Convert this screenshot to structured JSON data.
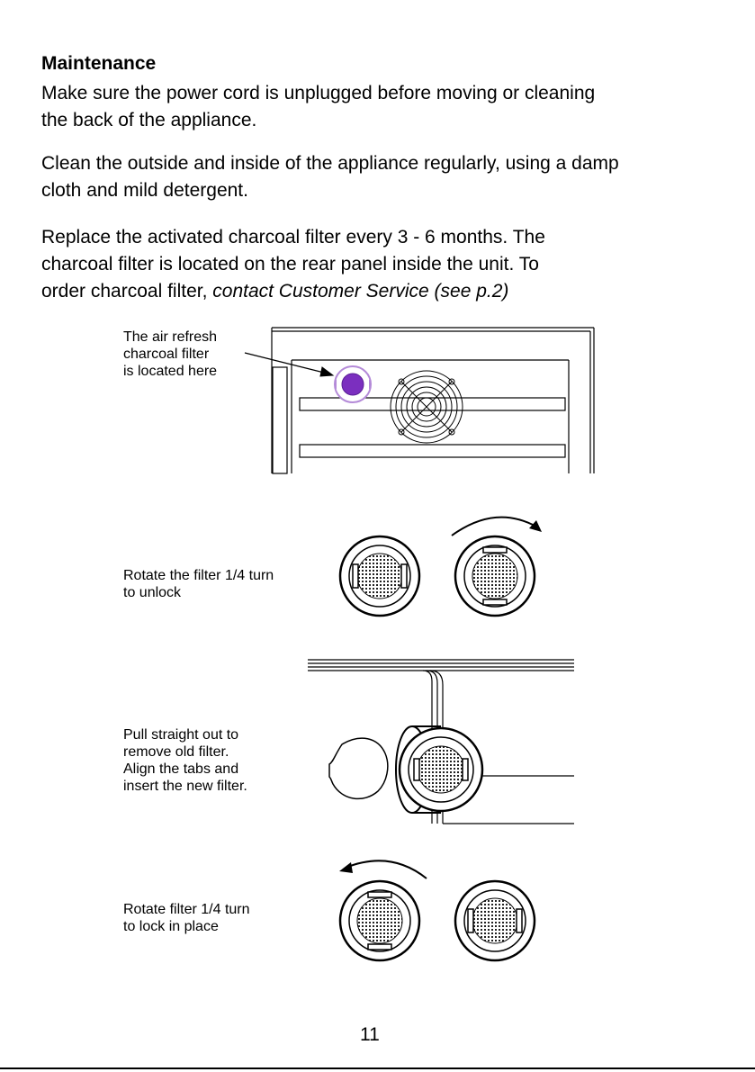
{
  "heading": "Maintenance",
  "paragraphs": {
    "p1_line1": "Make sure the power cord is unplugged before moving or cleaning",
    "p1_line2": "the back of the appliance.",
    "p2_line1": "Clean the outside and inside of the appliance regularly, using a damp",
    "p2_line2": "cloth and mild detergent.",
    "p3_line1": "Replace the activated charcoal filter every 3 - 6 months. The",
    "p3_line2": "charcoal filter is located on the rear panel inside the unit. To",
    "p3_line3_normal": "order charcoal filter, ",
    "p3_line3_italic": "contact Customer Service (see p.2)"
  },
  "captions": {
    "location": [
      "The air refresh",
      "charcoal filter",
      "is located here"
    ],
    "unlock": [
      "Rotate the filter 1/4 turn",
      "to unlock"
    ],
    "replace": [
      "Pull straight out to",
      "remove old filter.",
      "Align the tabs and",
      "insert the new filter."
    ],
    "lock": [
      "Rotate filter 1/4 turn",
      "to lock in place"
    ]
  },
  "page_number": "11",
  "colors": {
    "filter_highlight": "#7b2fbf",
    "filter_ring": "#b48ad8",
    "ink": "#000000"
  }
}
